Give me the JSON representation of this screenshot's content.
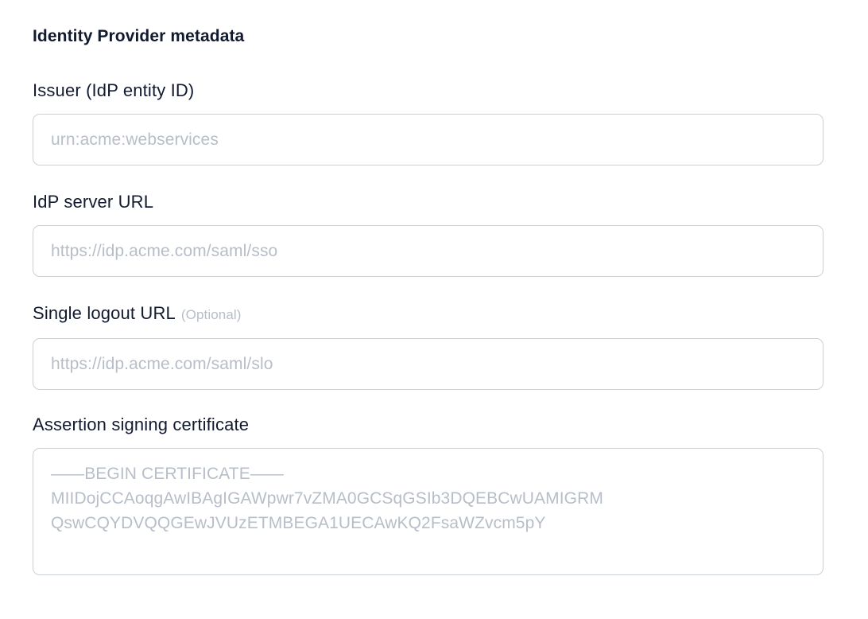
{
  "section": {
    "title": "Identity Provider metadata"
  },
  "fields": {
    "issuer": {
      "label": "Issuer (IdP entity ID)",
      "placeholder": "urn:acme:webservices",
      "value": ""
    },
    "server_url": {
      "label": "IdP server URL",
      "placeholder": "https://idp.acme.com/saml/sso",
      "value": ""
    },
    "logout_url": {
      "label": "Single logout URL",
      "optional_tag": "(Optional)",
      "placeholder": "https://idp.acme.com/saml/slo",
      "value": ""
    },
    "certificate": {
      "label": "Assertion signing certificate",
      "placeholder": "——BEGIN CERTIFICATE——\nMIIDojCCAoqgAwIBAgIGAWpwr7vZMA0GCSqGSIb3DQEBCwUAMIGRM\nQswCQYDVQQGEwJVUzETMBEGA1UECAwKQ2FsaWZvcm5pY",
      "value": ""
    }
  },
  "colors": {
    "text": "#111a2e",
    "placeholder": "#b7bec8",
    "border": "#cbd0d8",
    "background": "#ffffff"
  }
}
